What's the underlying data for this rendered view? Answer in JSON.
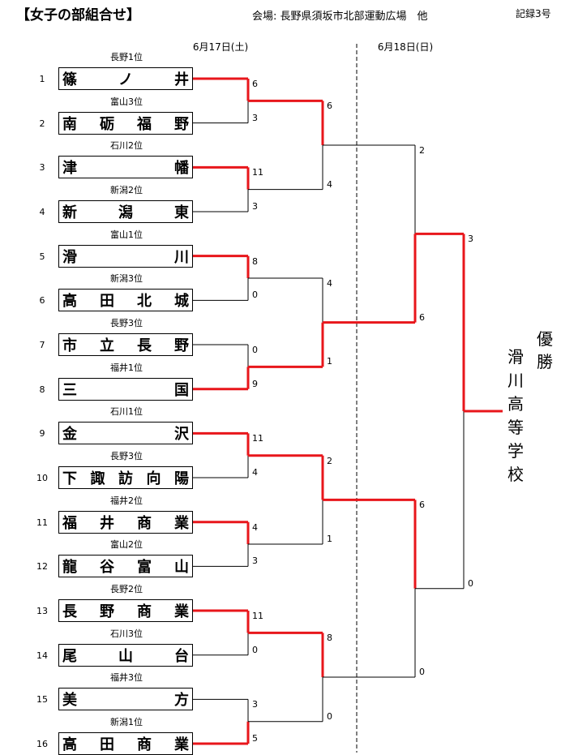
{
  "header": {
    "title": "【女子の部組合せ】",
    "venue": "会場: 長野県須坂市北部運動広場　他",
    "record": "記録3号"
  },
  "dates": [
    "6月17日(土)",
    "6月18日(日)"
  ],
  "teams": [
    {
      "seed": "1",
      "rank": "長野1位",
      "chars": [
        "篠",
        "ノ",
        "井"
      ]
    },
    {
      "seed": "2",
      "rank": "富山3位",
      "chars": [
        "南",
        "砺",
        "福",
        "野"
      ]
    },
    {
      "seed": "3",
      "rank": "石川2位",
      "chars": [
        "津",
        "幡"
      ]
    },
    {
      "seed": "4",
      "rank": "新潟2位",
      "chars": [
        "新",
        "潟",
        "東"
      ]
    },
    {
      "seed": "5",
      "rank": "富山1位",
      "chars": [
        "滑",
        "川"
      ]
    },
    {
      "seed": "6",
      "rank": "新潟3位",
      "chars": [
        "高",
        "田",
        "北",
        "城"
      ]
    },
    {
      "seed": "7",
      "rank": "長野3位",
      "chars": [
        "市",
        "立",
        "長",
        "野"
      ]
    },
    {
      "seed": "8",
      "rank": "福井1位",
      "chars": [
        "三",
        "国"
      ]
    },
    {
      "seed": "9",
      "rank": "石川1位",
      "chars": [
        "金",
        "沢"
      ]
    },
    {
      "seed": "10",
      "rank": "長野3位",
      "chars": [
        "下",
        "諏",
        "訪",
        "向",
        "陽"
      ]
    },
    {
      "seed": "11",
      "rank": "福井2位",
      "chars": [
        "福",
        "井",
        "商",
        "業"
      ]
    },
    {
      "seed": "12",
      "rank": "富山2位",
      "chars": [
        "龍",
        "谷",
        "富",
        "山"
      ]
    },
    {
      "seed": "13",
      "rank": "長野2位",
      "chars": [
        "長",
        "野",
        "商",
        "業"
      ]
    },
    {
      "seed": "14",
      "rank": "石川3位",
      "chars": [
        "尾",
        "山",
        "台"
      ]
    },
    {
      "seed": "15",
      "rank": "福井3位",
      "chars": [
        "美",
        "方"
      ]
    },
    {
      "seed": "16",
      "rank": "新潟1位",
      "chars": [
        "高",
        "田",
        "商",
        "業"
      ]
    }
  ],
  "scores": {
    "round1": [
      "6",
      "3",
      "11",
      "3",
      "8",
      "0",
      "0",
      "9",
      "11",
      "4",
      "4",
      "3",
      "11",
      "0",
      "3",
      "5"
    ],
    "round2": [
      "6",
      "4",
      "4",
      "1",
      "2",
      "1",
      "8",
      "0"
    ],
    "semifinal": [
      "2",
      "6",
      "6",
      "0"
    ],
    "final": [
      "3",
      "0"
    ]
  },
  "winners": {
    "round1": [
      0,
      0,
      0,
      1,
      0,
      0,
      0,
      1
    ],
    "round2": [
      0,
      1,
      0,
      0
    ],
    "semifinal": [
      1,
      0
    ],
    "final": 0
  },
  "champion": {
    "label": "優勝",
    "name": "滑川高等学校"
  },
  "colors": {
    "win_line": "#e8161b",
    "line": "#000000",
    "divider": "#000000"
  }
}
